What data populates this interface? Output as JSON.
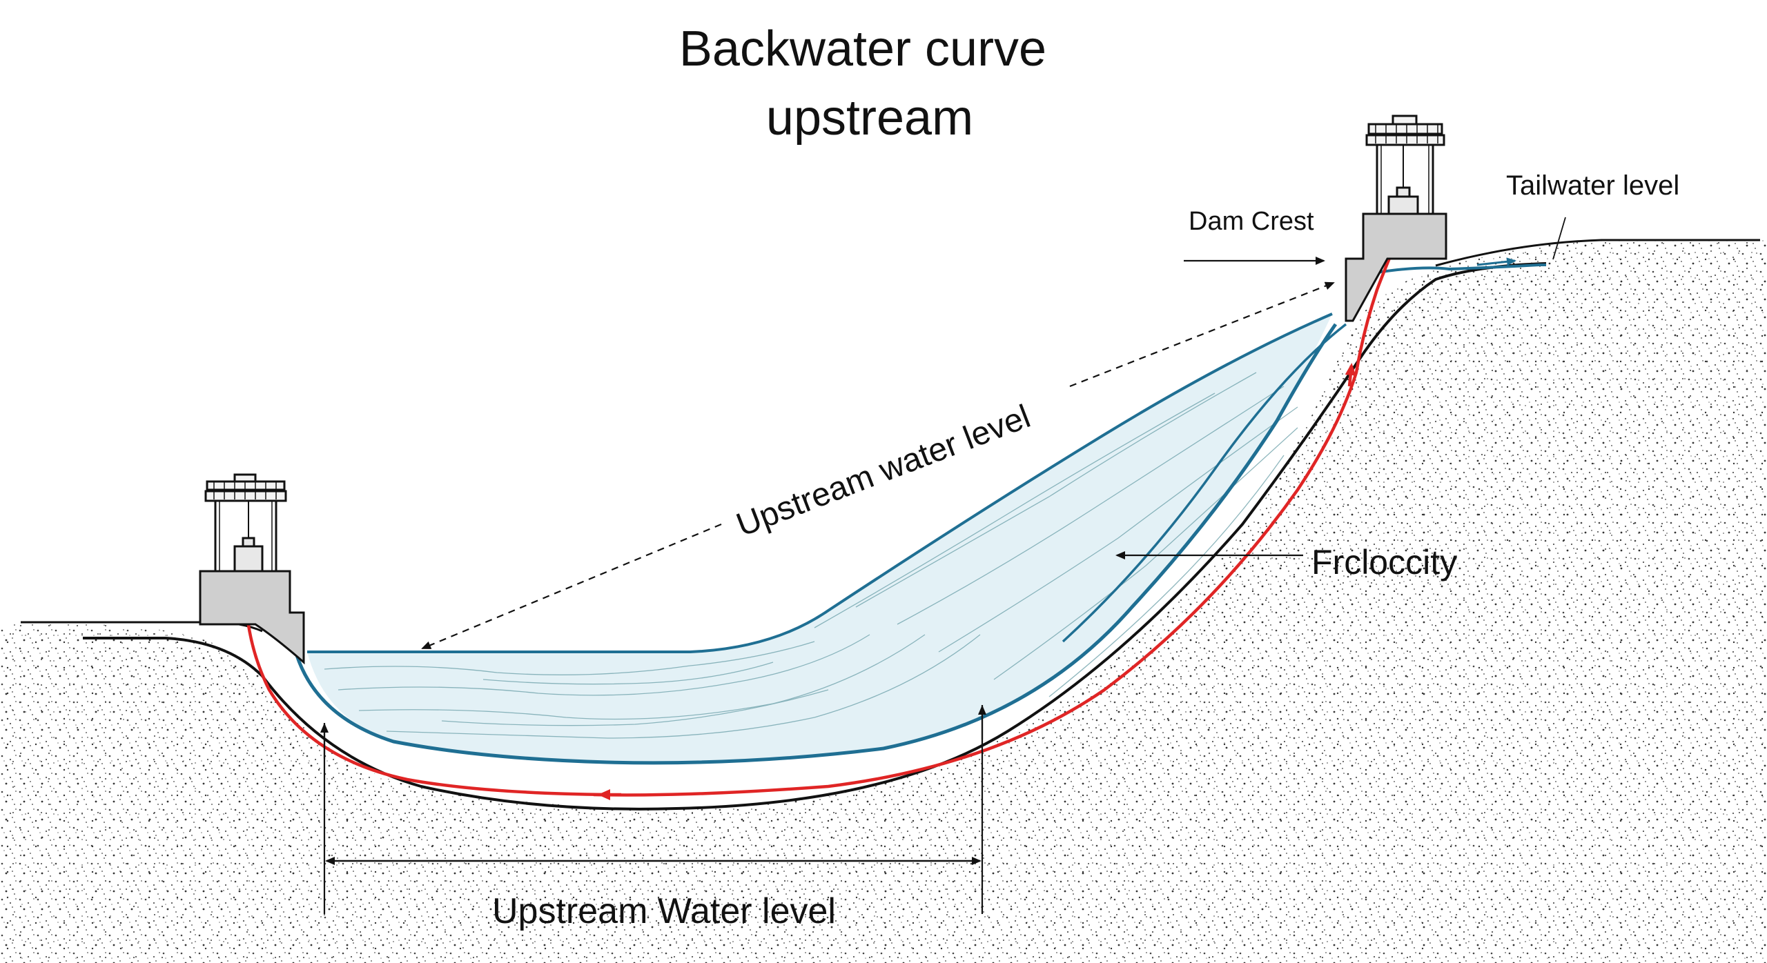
{
  "diagram": {
    "title_line1": "Backwater curve",
    "title_line2": "upstream",
    "labels": {
      "dam_crest": "Dam Crest",
      "tailwater_level": "Tailwater level",
      "upstream_water_level_diagonal": "Upstream water level",
      "velocity": "Frcloccity",
      "upstream_water_level_bottom": "Upstream Water level"
    },
    "structures": [
      "left-gate-structure",
      "right-gate-structure"
    ],
    "colors": {
      "water_line": "#1f6f93",
      "water_fill": "#e3f1f6",
      "flow_arrow": "#e02525",
      "ground_line": "#111111",
      "soil_dots": "#555555",
      "concrete": "#cfcfcf"
    }
  }
}
